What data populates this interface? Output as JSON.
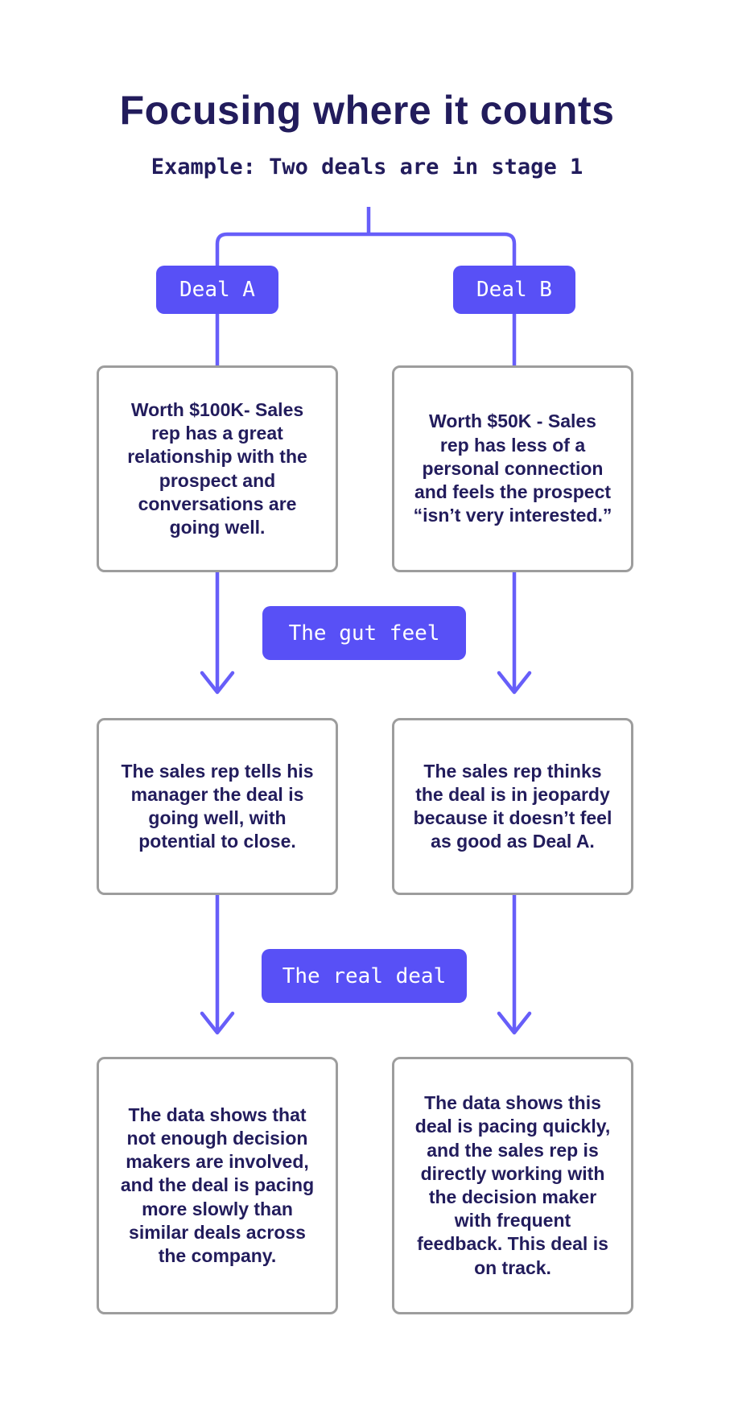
{
  "header": {
    "title": "Focusing where it counts",
    "subtitle": "Example: Two deals are in stage 1"
  },
  "colors": {
    "accent_purple": "#5850F6",
    "connector_purple": "#675EF9",
    "text_navy": "#221C5C",
    "box_border_gray": "#9D9D9D",
    "background": "#FFFFFF"
  },
  "flowchart": {
    "deal_a": {
      "label": "Deal A",
      "stage1_description": "Worth $100K- Sales rep has a great relationship with the prospect and conversations are going well.",
      "gut_feel_result": "The sales rep tells his manager the deal is going well, with potential to close.",
      "real_deal_result": "The data shows that not enough decision makers are involved, and the deal is pacing more slowly than similar deals across the company."
    },
    "deal_b": {
      "label": "Deal B",
      "stage1_description": "Worth $50K - Sales rep has less of a personal connection and feels the prospect “isn’t very interested.”",
      "gut_feel_result": "The sales rep thinks the deal is in jeopardy because it doesn’t feel as good as Deal A.",
      "real_deal_result": "The data shows this deal is pacing quickly, and the sales rep is directly working with the decision maker with frequent feedback. This deal is on track."
    },
    "stage_labels": {
      "gut_feel": "The gut feel",
      "real_deal": "The real deal"
    }
  }
}
